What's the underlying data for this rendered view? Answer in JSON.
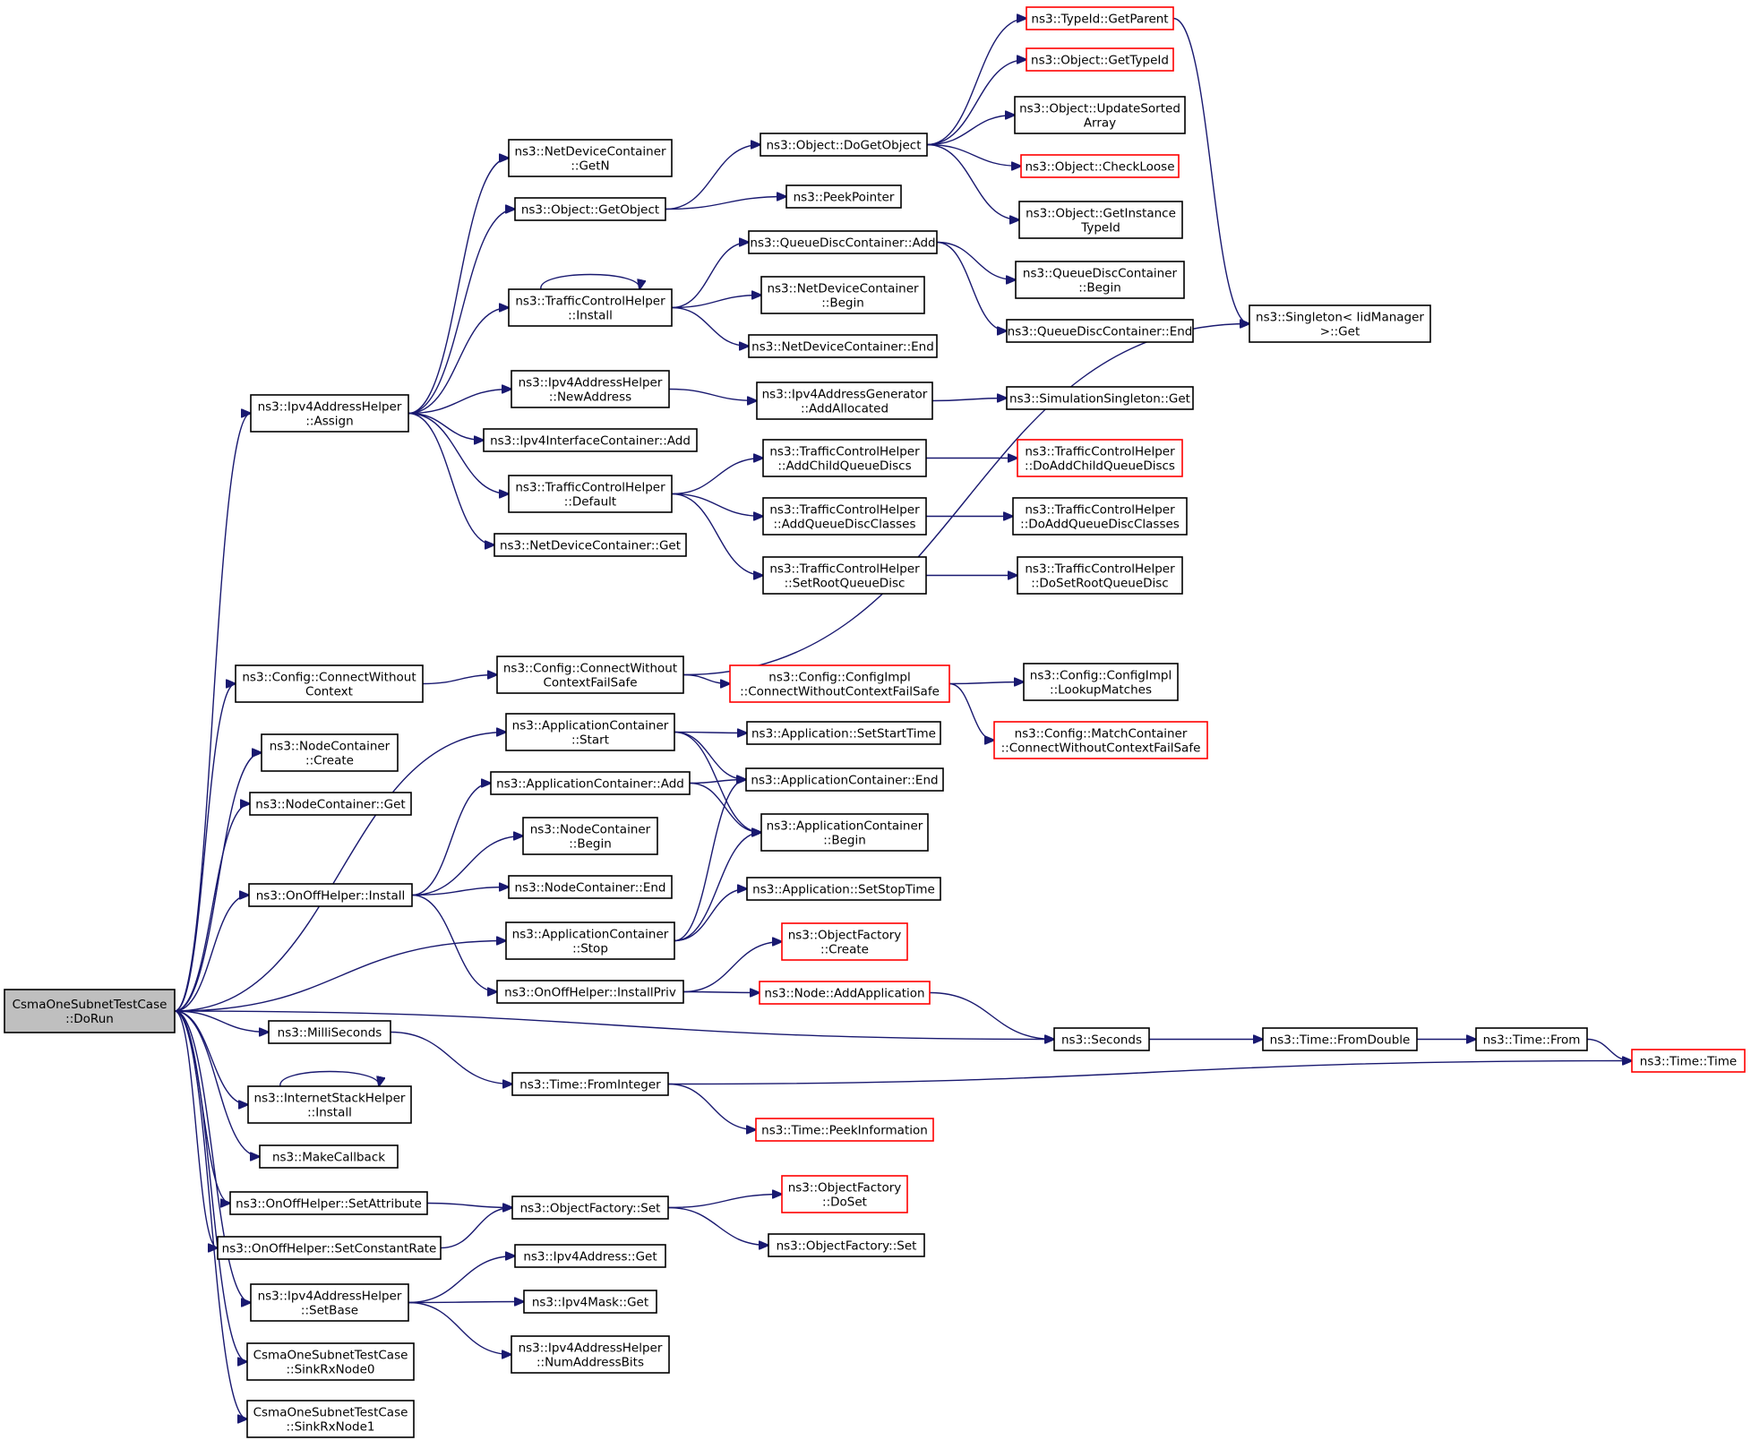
{
  "diagram": {
    "root": "dorun",
    "nodes": [
      {
        "id": "dorun",
        "lines": [
          "CsmaOneSubnetTestCase",
          "::DoRun"
        ],
        "style": "root"
      },
      {
        "id": "ipv4addr_assign",
        "lines": [
          "ns3::Ipv4AddressHelper",
          "::Assign"
        ],
        "style": "normal"
      },
      {
        "id": "config_cwc",
        "lines": [
          "ns3::Config::ConnectWithout",
          "Context"
        ],
        "style": "normal"
      },
      {
        "id": "nodecont_create",
        "lines": [
          "ns3::NodeContainer",
          "::Create"
        ],
        "style": "normal"
      },
      {
        "id": "nodecont_get",
        "lines": [
          "ns3::NodeContainer::Get"
        ],
        "style": "normal"
      },
      {
        "id": "onoff_install",
        "lines": [
          "ns3::OnOffHelper::Install"
        ],
        "style": "normal"
      },
      {
        "id": "milliseconds",
        "lines": [
          "ns3::MilliSeconds"
        ],
        "style": "normal"
      },
      {
        "id": "inetstack_install",
        "lines": [
          "ns3::InternetStackHelper",
          "::Install"
        ],
        "style": "normal"
      },
      {
        "id": "makecallback",
        "lines": [
          "ns3::MakeCallback"
        ],
        "style": "normal"
      },
      {
        "id": "onoff_setattr",
        "lines": [
          "ns3::OnOffHelper::SetAttribute"
        ],
        "style": "normal"
      },
      {
        "id": "onoff_setrate",
        "lines": [
          "ns3::OnOffHelper::SetConstantRate"
        ],
        "style": "normal"
      },
      {
        "id": "ipv4addr_setbase",
        "lines": [
          "ns3::Ipv4AddressHelper",
          "::SetBase"
        ],
        "style": "normal"
      },
      {
        "id": "sink0",
        "lines": [
          "CsmaOneSubnetTestCase",
          "::SinkRxNode0"
        ],
        "style": "normal"
      },
      {
        "id": "sink1",
        "lines": [
          "CsmaOneSubnetTestCase",
          "::SinkRxNode1"
        ],
        "style": "normal"
      },
      {
        "id": "ndc_getn",
        "lines": [
          "ns3::NetDeviceContainer",
          "::GetN"
        ],
        "style": "normal"
      },
      {
        "id": "obj_getobject",
        "lines": [
          "ns3::Object::GetObject"
        ],
        "style": "normal"
      },
      {
        "id": "tch_install",
        "lines": [
          "ns3::TrafficControlHelper",
          "::Install"
        ],
        "style": "normal"
      },
      {
        "id": "ipv4addr_newaddr",
        "lines": [
          "ns3::Ipv4AddressHelper",
          "::NewAddress"
        ],
        "style": "normal"
      },
      {
        "id": "ipv4ic_add",
        "lines": [
          "ns3::Ipv4InterfaceContainer::Add"
        ],
        "style": "normal"
      },
      {
        "id": "tch_default",
        "lines": [
          "ns3::TrafficControlHelper",
          "::Default"
        ],
        "style": "normal"
      },
      {
        "id": "ndc_get",
        "lines": [
          "ns3::NetDeviceContainer::Get"
        ],
        "style": "normal"
      },
      {
        "id": "config_cwcfs",
        "lines": [
          "ns3::Config::ConnectWithout",
          "ContextFailSafe"
        ],
        "style": "normal"
      },
      {
        "id": "appc_start",
        "lines": [
          "ns3::ApplicationContainer",
          "::Start"
        ],
        "style": "normal"
      },
      {
        "id": "appc_add",
        "lines": [
          "ns3::ApplicationContainer::Add"
        ],
        "style": "normal"
      },
      {
        "id": "nodecont_begin",
        "lines": [
          "ns3::NodeContainer",
          "::Begin"
        ],
        "style": "normal"
      },
      {
        "id": "nodecont_end",
        "lines": [
          "ns3::NodeContainer::End"
        ],
        "style": "normal"
      },
      {
        "id": "appc_stop",
        "lines": [
          "ns3::ApplicationContainer",
          "::Stop"
        ],
        "style": "normal"
      },
      {
        "id": "onoff_installpriv",
        "lines": [
          "ns3::OnOffHelper::InstallPriv"
        ],
        "style": "normal"
      },
      {
        "id": "time_fromint",
        "lines": [
          "ns3::Time::FromInteger"
        ],
        "style": "normal"
      },
      {
        "id": "objfact_set",
        "lines": [
          "ns3::ObjectFactory::Set"
        ],
        "style": "normal"
      },
      {
        "id": "ipv4address_get",
        "lines": [
          "ns3::Ipv4Address::Get"
        ],
        "style": "normal"
      },
      {
        "id": "ipv4mask_get",
        "lines": [
          "ns3::Ipv4Mask::Get"
        ],
        "style": "normal"
      },
      {
        "id": "ipv4addr_numbits",
        "lines": [
          "ns3::Ipv4AddressHelper",
          "::NumAddressBits"
        ],
        "style": "normal"
      },
      {
        "id": "obj_dogetobject",
        "lines": [
          "ns3::Object::DoGetObject"
        ],
        "style": "normal"
      },
      {
        "id": "peekpointer",
        "lines": [
          "ns3::PeekPointer"
        ],
        "style": "normal"
      },
      {
        "id": "qdc_add",
        "lines": [
          "ns3::QueueDiscContainer::Add"
        ],
        "style": "normal"
      },
      {
        "id": "ndc_begin",
        "lines": [
          "ns3::NetDeviceContainer",
          "::Begin"
        ],
        "style": "normal"
      },
      {
        "id": "ndc_end",
        "lines": [
          "ns3::NetDeviceContainer::End"
        ],
        "style": "normal"
      },
      {
        "id": "ipv4ag_addalloc",
        "lines": [
          "ns3::Ipv4AddressGenerator",
          "::AddAllocated"
        ],
        "style": "normal"
      },
      {
        "id": "tch_addchild",
        "lines": [
          "ns3::TrafficControlHelper",
          "::AddChildQueueDiscs"
        ],
        "style": "normal"
      },
      {
        "id": "tch_addqdclasses",
        "lines": [
          "ns3::TrafficControlHelper",
          "::AddQueueDiscClasses"
        ],
        "style": "normal"
      },
      {
        "id": "tch_setroot",
        "lines": [
          "ns3::TrafficControlHelper",
          "::SetRootQueueDisc"
        ],
        "style": "normal"
      },
      {
        "id": "configimpl_cwcfs",
        "lines": [
          "ns3::Config::ConfigImpl",
          "::ConnectWithoutContextFailSafe"
        ],
        "style": "red"
      },
      {
        "id": "app_setstart",
        "lines": [
          "ns3::Application::SetStartTime"
        ],
        "style": "normal"
      },
      {
        "id": "appc_end",
        "lines": [
          "ns3::ApplicationContainer::End"
        ],
        "style": "normal"
      },
      {
        "id": "appc_begin",
        "lines": [
          "ns3::ApplicationContainer",
          "::Begin"
        ],
        "style": "normal"
      },
      {
        "id": "app_setstop",
        "lines": [
          "ns3::Application::SetStopTime"
        ],
        "style": "normal"
      },
      {
        "id": "objfact_create",
        "lines": [
          "ns3::ObjectFactory",
          "::Create"
        ],
        "style": "red"
      },
      {
        "id": "node_addapp",
        "lines": [
          "ns3::Node::AddApplication"
        ],
        "style": "red"
      },
      {
        "id": "seconds",
        "lines": [
          "ns3::Seconds"
        ],
        "style": "normal"
      },
      {
        "id": "time_peekinfo",
        "lines": [
          "ns3::Time::PeekInformation"
        ],
        "style": "red"
      },
      {
        "id": "objfact_doset",
        "lines": [
          "ns3::ObjectFactory",
          "::DoSet"
        ],
        "style": "red"
      },
      {
        "id": "objfact_set2",
        "lines": [
          "ns3::ObjectFactory::Set"
        ],
        "style": "normal"
      },
      {
        "id": "typeid_getparent",
        "lines": [
          "ns3::TypeId::GetParent"
        ],
        "style": "red"
      },
      {
        "id": "obj_gettypeid",
        "lines": [
          "ns3::Object::GetTypeId"
        ],
        "style": "red"
      },
      {
        "id": "obj_updatesorted",
        "lines": [
          "ns3::Object::UpdateSorted",
          "Array"
        ],
        "style": "normal"
      },
      {
        "id": "obj_checkloose",
        "lines": [
          "ns3::Object::CheckLoose"
        ],
        "style": "red"
      },
      {
        "id": "obj_getinstance",
        "lines": [
          "ns3::Object::GetInstance",
          "TypeId"
        ],
        "style": "normal"
      },
      {
        "id": "qdc_begin",
        "lines": [
          "ns3::QueueDiscContainer",
          "::Begin"
        ],
        "style": "normal"
      },
      {
        "id": "qdc_end",
        "lines": [
          "ns3::QueueDiscContainer::End"
        ],
        "style": "normal"
      },
      {
        "id": "simsingleton_get",
        "lines": [
          "ns3::SimulationSingleton::Get"
        ],
        "style": "normal"
      },
      {
        "id": "tch_doaddchild",
        "lines": [
          "ns3::TrafficControlHelper",
          "::DoAddChildQueueDiscs"
        ],
        "style": "red"
      },
      {
        "id": "tch_doaddqdclasses",
        "lines": [
          "ns3::TrafficControlHelper",
          "::DoAddQueueDiscClasses"
        ],
        "style": "normal"
      },
      {
        "id": "tch_dosetroot",
        "lines": [
          "ns3::TrafficControlHelper",
          "::DoSetRootQueueDisc"
        ],
        "style": "normal"
      },
      {
        "id": "configimpl_lookup",
        "lines": [
          "ns3::Config::ConfigImpl",
          "::LookupMatches"
        ],
        "style": "normal"
      },
      {
        "id": "matchcont_cwcfs",
        "lines": [
          "ns3::Config::MatchContainer",
          "::ConnectWithoutContextFailSafe"
        ],
        "style": "red"
      },
      {
        "id": "time_fromdouble",
        "lines": [
          "ns3::Time::FromDouble"
        ],
        "style": "normal"
      },
      {
        "id": "singleton_get",
        "lines": [
          "ns3::Singleton< IidManager",
          " >::Get"
        ],
        "style": "normal"
      },
      {
        "id": "time_from",
        "lines": [
          "ns3::Time::From"
        ],
        "style": "normal"
      },
      {
        "id": "time_time",
        "lines": [
          "ns3::Time::Time"
        ],
        "style": "red"
      }
    ],
    "edges": [
      [
        "dorun",
        "ipv4addr_assign"
      ],
      [
        "dorun",
        "config_cwc"
      ],
      [
        "dorun",
        "nodecont_create"
      ],
      [
        "dorun",
        "nodecont_get"
      ],
      [
        "dorun",
        "appc_start"
      ],
      [
        "dorun",
        "onoff_install"
      ],
      [
        "dorun",
        "appc_stop"
      ],
      [
        "dorun",
        "seconds"
      ],
      [
        "dorun",
        "milliseconds"
      ],
      [
        "dorun",
        "inetstack_install"
      ],
      [
        "dorun",
        "makecallback"
      ],
      [
        "dorun",
        "onoff_setattr"
      ],
      [
        "dorun",
        "onoff_setrate"
      ],
      [
        "dorun",
        "ipv4addr_setbase"
      ],
      [
        "dorun",
        "sink0"
      ],
      [
        "dorun",
        "sink1"
      ],
      [
        "ipv4addr_assign",
        "ndc_getn"
      ],
      [
        "ipv4addr_assign",
        "obj_getobject"
      ],
      [
        "ipv4addr_assign",
        "tch_install"
      ],
      [
        "ipv4addr_assign",
        "ipv4addr_newaddr"
      ],
      [
        "ipv4addr_assign",
        "ipv4ic_add"
      ],
      [
        "ipv4addr_assign",
        "tch_default"
      ],
      [
        "ipv4addr_assign",
        "ndc_get"
      ],
      [
        "obj_getobject",
        "obj_dogetobject"
      ],
      [
        "obj_getobject",
        "peekpointer"
      ],
      [
        "obj_dogetobject",
        "typeid_getparent"
      ],
      [
        "obj_dogetobject",
        "obj_gettypeid"
      ],
      [
        "obj_dogetobject",
        "obj_updatesorted"
      ],
      [
        "obj_dogetobject",
        "obj_checkloose"
      ],
      [
        "obj_dogetobject",
        "obj_getinstance"
      ],
      [
        "typeid_getparent",
        "singleton_get"
      ],
      [
        "tch_install",
        "tch_install"
      ],
      [
        "tch_install",
        "qdc_add"
      ],
      [
        "tch_install",
        "ndc_begin"
      ],
      [
        "tch_install",
        "ndc_end"
      ],
      [
        "qdc_add",
        "qdc_begin"
      ],
      [
        "qdc_add",
        "qdc_end"
      ],
      [
        "ipv4addr_newaddr",
        "ipv4ag_addalloc"
      ],
      [
        "ipv4ag_addalloc",
        "simsingleton_get"
      ],
      [
        "tch_default",
        "tch_addchild"
      ],
      [
        "tch_default",
        "tch_addqdclasses"
      ],
      [
        "tch_default",
        "tch_setroot"
      ],
      [
        "tch_addchild",
        "tch_doaddchild"
      ],
      [
        "tch_addqdclasses",
        "tch_doaddqdclasses"
      ],
      [
        "tch_setroot",
        "tch_dosetroot"
      ],
      [
        "config_cwc",
        "config_cwcfs"
      ],
      [
        "config_cwcfs",
        "singleton_get"
      ],
      [
        "config_cwcfs",
        "configimpl_cwcfs"
      ],
      [
        "configimpl_cwcfs",
        "configimpl_lookup"
      ],
      [
        "configimpl_cwcfs",
        "matchcont_cwcfs"
      ],
      [
        "appc_start",
        "app_setstart"
      ],
      [
        "appc_start",
        "appc_end"
      ],
      [
        "appc_start",
        "appc_begin"
      ],
      [
        "onoff_install",
        "appc_add"
      ],
      [
        "onoff_install",
        "nodecont_begin"
      ],
      [
        "onoff_install",
        "nodecont_end"
      ],
      [
        "onoff_install",
        "onoff_installpriv"
      ],
      [
        "appc_add",
        "appc_end"
      ],
      [
        "appc_add",
        "appc_begin"
      ],
      [
        "appc_stop",
        "app_setstop"
      ],
      [
        "appc_stop",
        "appc_end"
      ],
      [
        "appc_stop",
        "appc_begin"
      ],
      [
        "onoff_installpriv",
        "objfact_create"
      ],
      [
        "onoff_installpriv",
        "node_addapp"
      ],
      [
        "node_addapp",
        "seconds"
      ],
      [
        "seconds",
        "time_fromdouble"
      ],
      [
        "time_fromdouble",
        "time_from"
      ],
      [
        "time_from",
        "time_time"
      ],
      [
        "milliseconds",
        "time_fromint"
      ],
      [
        "time_fromint",
        "time_time"
      ],
      [
        "time_fromint",
        "time_peekinfo"
      ],
      [
        "inetstack_install",
        "inetstack_install"
      ],
      [
        "onoff_setattr",
        "objfact_set"
      ],
      [
        "onoff_setrate",
        "objfact_set"
      ],
      [
        "objfact_set",
        "objfact_doset"
      ],
      [
        "objfact_set",
        "objfact_set2"
      ],
      [
        "ipv4addr_setbase",
        "ipv4address_get"
      ],
      [
        "ipv4addr_setbase",
        "ipv4mask_get"
      ],
      [
        "ipv4addr_setbase",
        "ipv4addr_numbits"
      ]
    ]
  }
}
